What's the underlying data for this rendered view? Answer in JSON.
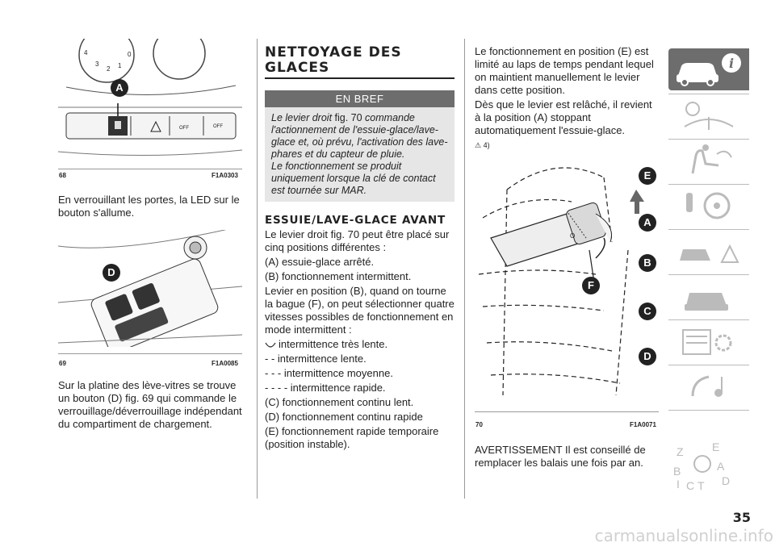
{
  "column1": {
    "fig68": {
      "number": "68",
      "code": "F1A0303",
      "label": "A"
    },
    "text1": "En verrouillant les portes, la LED sur le bouton s'allume.",
    "fig69": {
      "number": "69",
      "code": "F1A0085",
      "label": "D"
    },
    "text2": "Sur la platine des lève-vitres se trouve un bouton (D) fig. 69 qui commande le verrouillage/déverrouillage indépendant du compartiment de chargement."
  },
  "column2": {
    "title": "NETTOYAGE DES GLACES",
    "brief": {
      "heading": "EN BREF",
      "p1_italic": "Le levier droit",
      "p1_ref": " fig. 70 ",
      "p1_rest": "commande l'actionnement de l'essuie-glace/lave-glace et, où prévu, l'activation des lave-phares et du capteur de pluie.",
      "p2": "Le fonctionnement se produit uniquement lorsque la clé de contact est tournée sur MAR."
    },
    "subtitle": "ESSUIE/LAVE-GLACE AVANT",
    "paragraphs": [
      "Le levier droit fig. 70 peut être placé sur cinq positions différentes :",
      "(A) essuie-glace arrêté.",
      "(B) fonctionnement intermittent.",
      "Levier en position (B), quand on tourne la bague (F), on peut sélectionner quatre vitesses possibles de fonctionnement en mode intermittent :"
    ],
    "speed_1": "intermittence très lente.",
    "speeds": [
      "- - intermittence lente.",
      "- - - intermittence moyenne.",
      "- - - - intermittence rapide."
    ],
    "paragraphs2": [
      "(C) fonctionnement continu lent.",
      "(D) fonctionnement continu rapide",
      "(E) fonctionnement rapide temporaire (position instable)."
    ]
  },
  "column3": {
    "p1": "Le fonctionnement en position (E) est limité au laps de temps pendant lequel on maintient manuellement le levier dans cette position.",
    "p2": "Dès que le levier est relâché, il revient à la position (A) stoppant automatiquement l'essuie-glace.",
    "warning_ref": "4)",
    "fig70": {
      "number": "70",
      "code": "F1A0071",
      "labels": [
        "E",
        "A",
        "B",
        "C",
        "D",
        "F"
      ]
    },
    "p3": "AVERTISSEMENT Il est conseillé de remplacer les balais une fois par an."
  },
  "sidebar": {
    "tabs": [
      "car-info-icon",
      "dashboard-lights-icon",
      "airbag-seat-icon",
      "key-steering-icon",
      "emergency-car-icon",
      "car-maintenance-icon",
      "specs-gear-icon",
      "multimedia-icon",
      "index-letters-icon"
    ],
    "active_index": 0,
    "index_letters": [
      "Z",
      "E",
      "B",
      "A",
      "I",
      "C",
      "T",
      "D"
    ]
  },
  "page_number": "35",
  "watermark": "carmanualsonline.info"
}
